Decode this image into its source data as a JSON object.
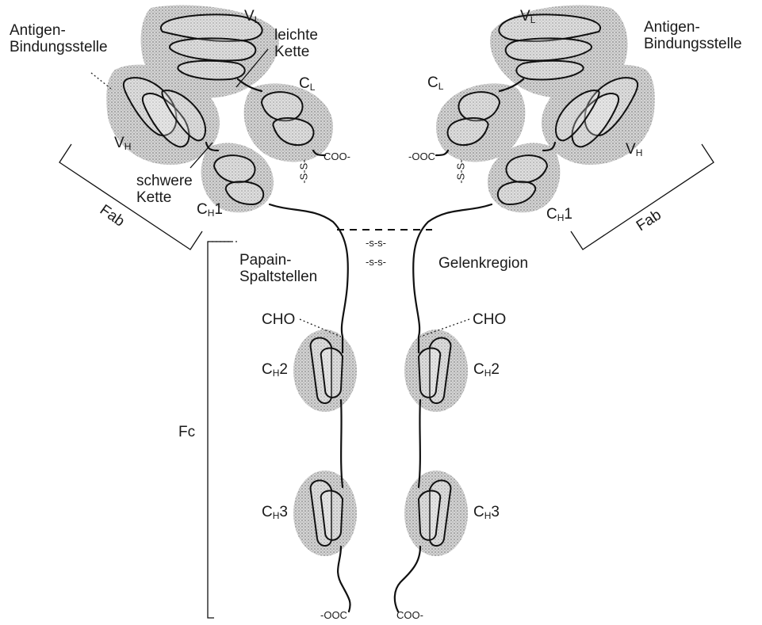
{
  "labels": {
    "vl_left": {
      "main": "V",
      "sub": "L"
    },
    "vl_right": {
      "main": "V",
      "sub": "L"
    },
    "vh_left": {
      "main": "V",
      "sub": "H"
    },
    "vh_right": {
      "main": "V",
      "sub": "H"
    },
    "cl_left": {
      "main": "C",
      "sub": "L"
    },
    "cl_right": {
      "main": "C",
      "sub": "L"
    },
    "ch1_left": {
      "main": "C",
      "sub": "H",
      "suffix": "1"
    },
    "ch1_right": {
      "main": "C",
      "sub": "H",
      "suffix": "1"
    },
    "ch2_left": {
      "main": "C",
      "sub": "H",
      "suffix": "2"
    },
    "ch2_right": {
      "main": "C",
      "sub": "H",
      "suffix": "2"
    },
    "ch3_left": {
      "main": "C",
      "sub": "H",
      "suffix": "3"
    },
    "ch3_right": {
      "main": "C",
      "sub": "H",
      "suffix": "3"
    },
    "antigen_left": [
      "Antigen-",
      "Bindungsstelle"
    ],
    "antigen_right": [
      "Antigen-",
      "Bindungsstelle"
    ],
    "light_chain": [
      "leichte",
      "Kette"
    ],
    "heavy_chain": [
      "schwere",
      "Kette"
    ],
    "fab_left": "Fab",
    "fab_right": "Fab",
    "fc": "Fc",
    "papain": [
      "Papain-",
      "Spaltstellen"
    ],
    "hinge": "Gelenkregion",
    "hinge_ss_1": "-s-s-",
    "hinge_ss_2": "-s-s-",
    "cho_left": "CHO",
    "cho_right": "CHO",
    "coo_left_light": "COO-",
    "coo_right_light": "-OOC",
    "coo_bottom_left": "-OOC",
    "coo_bottom_right": "COO-",
    "ss_left": "-S-S-",
    "ss_right": "-S-S-"
  }
}
